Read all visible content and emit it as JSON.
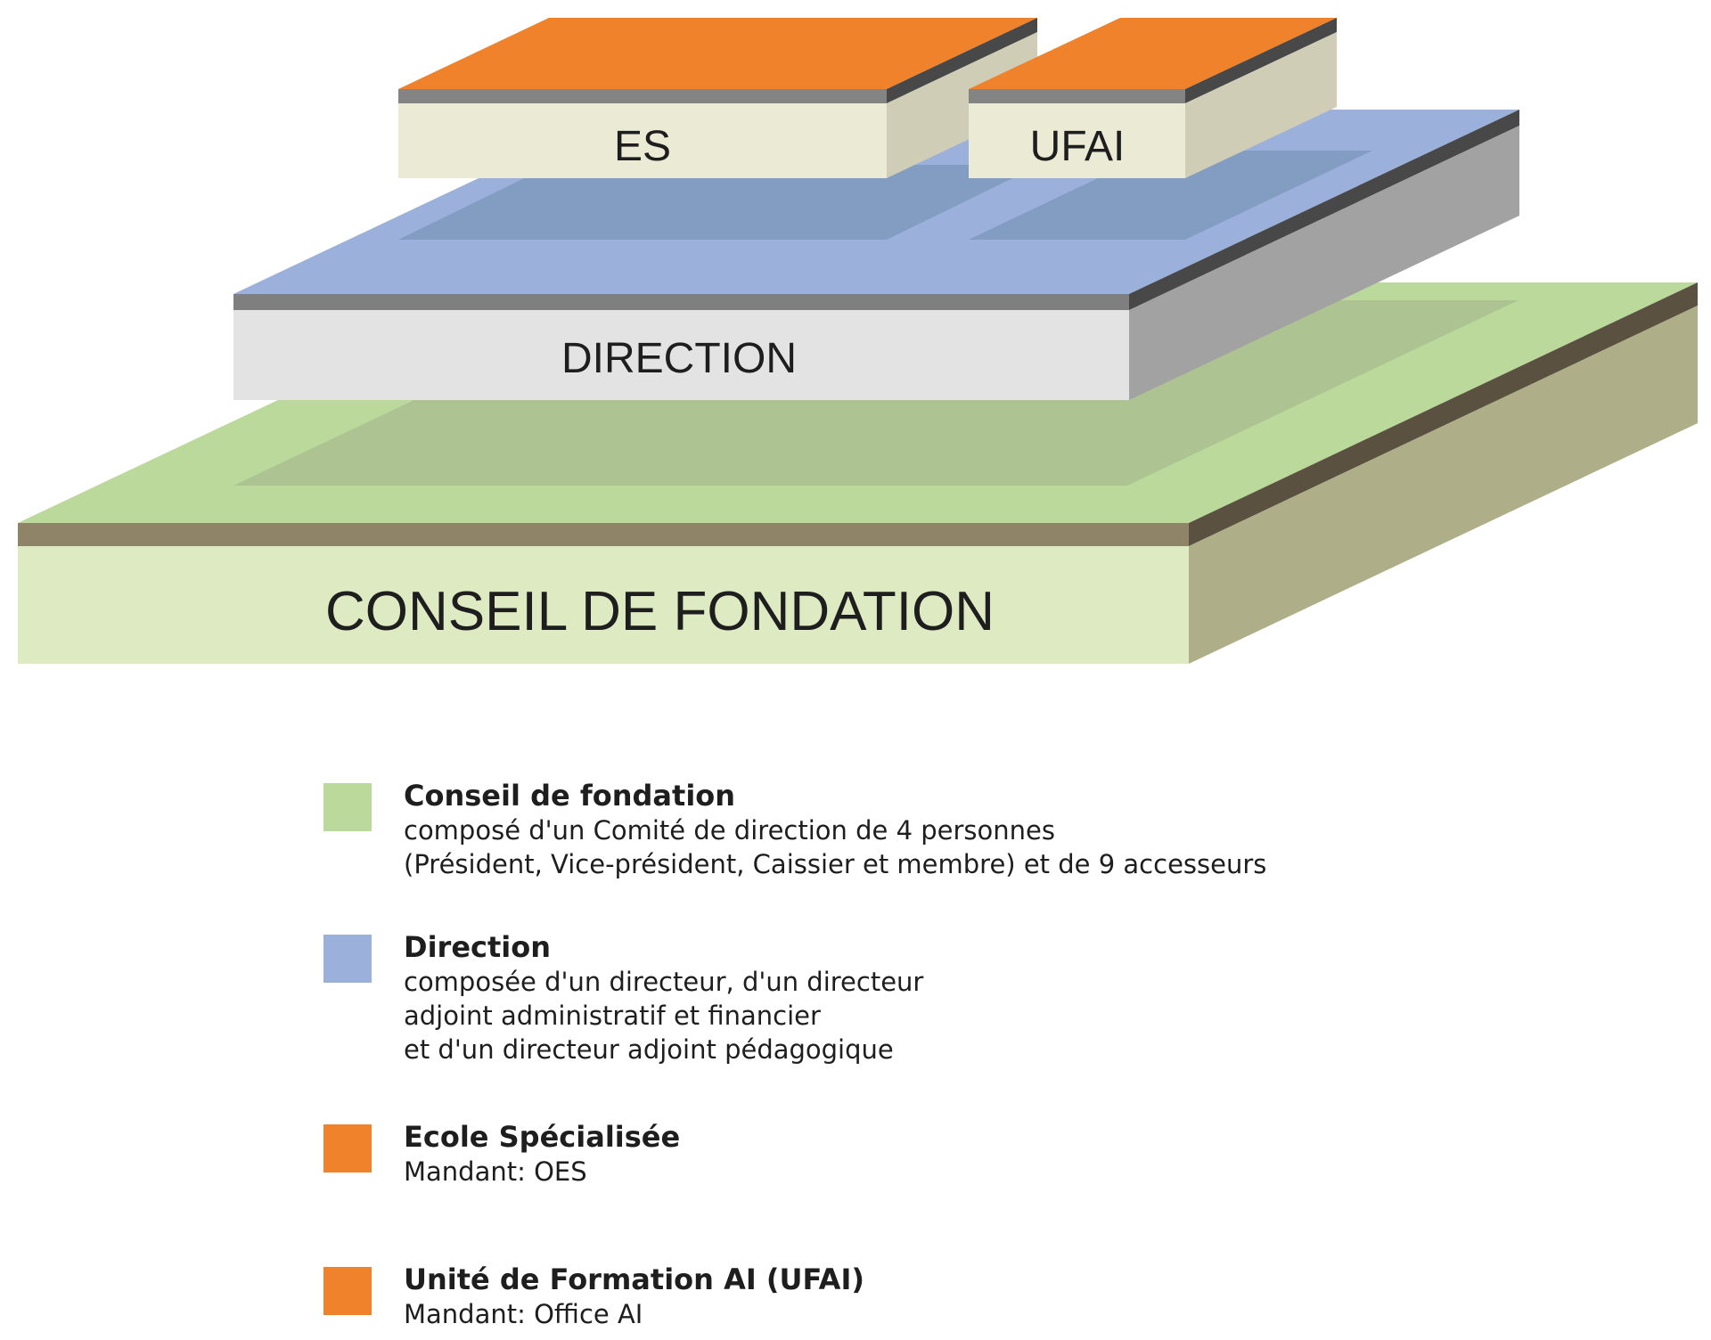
{
  "colors": {
    "green_top": "#bcd99c",
    "green_inset": "#adc492",
    "green_band": "#8f8468",
    "green_band_side": "#5a5140",
    "green_front": "#deeac1",
    "green_side": "#aeaf88",
    "blue_top": "#9bb0da",
    "blue_inset": "#839dc2",
    "blue_band": "#7f7f7f",
    "blue_band_side": "#484848",
    "blue_front": "#e3e3e3",
    "blue_side": "#a2a2a2",
    "orange_top": "#ef822b",
    "orange_band": "#848484",
    "orange_band_side": "#484848",
    "orange_front": "#ebead5",
    "orange_side": "#cfcdb5",
    "text": "#1e1e1e"
  },
  "diagram": {
    "blocks": {
      "foundation": "CONSEIL DE FONDATION",
      "direction": "DIRECTION",
      "es": "ES",
      "ufai": "UFAI"
    }
  },
  "legend": [
    {
      "title": "Conseil de fondation",
      "lines": [
        "composé d'un Comité de direction de 4 personnes",
        "(Président, Vice-président, Caissier et membre) et de 9 accesseurs"
      ],
      "color": "#bcd99c"
    },
    {
      "title": "Direction",
      "lines": [
        "composée d'un directeur, d'un directeur",
        "adjoint administratif et financier",
        "et d'un directeur adjoint pédagogique"
      ],
      "color": "#9bb0da"
    },
    {
      "title": "Ecole Spécialisée",
      "lines": [
        "Mandant: OES"
      ],
      "color": "#ef822b"
    },
    {
      "title": "Unité de Formation AI (UFAI)",
      "lines": [
        "Mandant: Office AI"
      ],
      "color": "#ef822b"
    }
  ]
}
